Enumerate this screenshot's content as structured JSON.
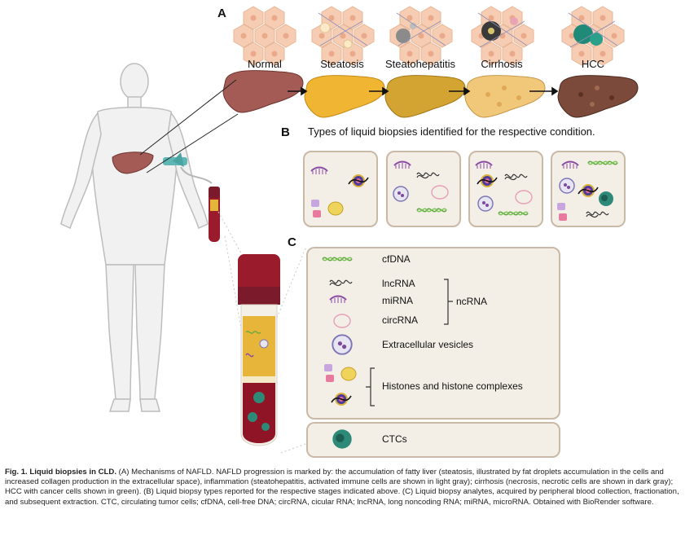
{
  "panel_a": {
    "letter": "A",
    "stages": [
      {
        "label": "Normal",
        "liver_color": "#a45b55"
      },
      {
        "label": "Steatosis",
        "liver_color": "#f0b533"
      },
      {
        "label": "Steatohepatitis",
        "liver_color": "#d3a432"
      },
      {
        "label": "Cirrhosis",
        "liver_color": "#f1c87a"
      },
      {
        "label": "HCC",
        "liver_color": "#7b4a3a"
      }
    ]
  },
  "panel_b": {
    "letter": "B",
    "title": "Types of liquid biopsies identified for the respective condition."
  },
  "panel_c": {
    "letter": "C",
    "items": {
      "cfdna": "cfDNA",
      "lncrna": "lncRNA",
      "mirna": "miRNA",
      "circrna": "circRNA",
      "ncrna": "ncRNA",
      "ev": "Extracellular vesicles",
      "histones": "Histones and histone complexes",
      "ctcs": "CTCs"
    }
  },
  "caption": {
    "fig": "Fig. 1.",
    "title": "Liquid biopsies in CLD.",
    "body": "(A) Mechanisms of NAFLD. NAFLD progression is marked by: the accumulation of fatty liver (steatosis, illustrated by fat droplets accumulation in the cells and increased collagen production in the extracellular space), inflammation (steatohepatitis, activated immune cells are shown in light gray); cirrhosis (necrosis, necrotic cells are shown in dark gray); HCC with cancer cells shown in green). (B) Liquid biopsy types reported for the respective stages indicated above. (C) Liquid biopsy analytes, acquired by peripheral blood collection, fractionation, and subsequent extraction. CTC, circulating tumor cells; cfDNA, cell-free DNA; circRNA, cicular RNA; lncRNA, long noncoding RNA; miRNA, microRNA. Obtained with BioRender software."
  }
}
